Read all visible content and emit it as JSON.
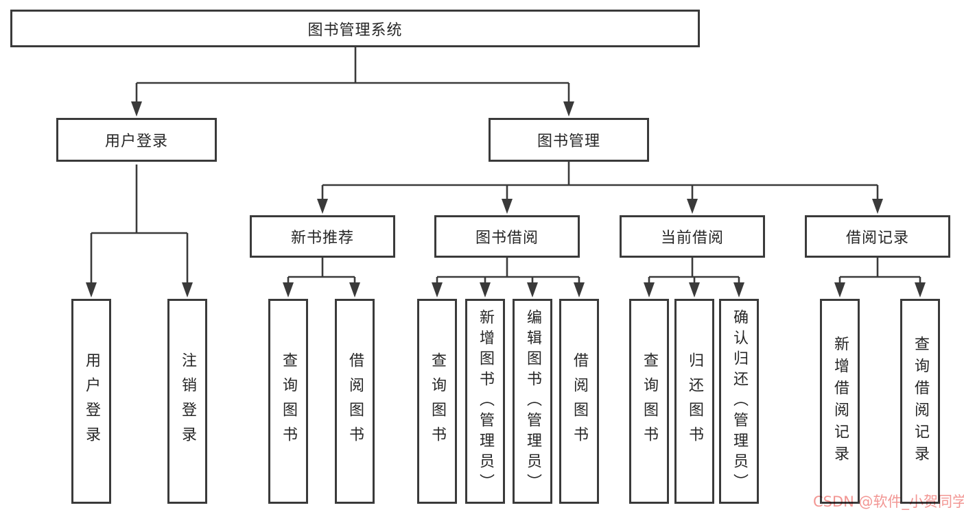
{
  "root": {
    "label": "图书管理系统"
  },
  "level2": {
    "user_login": {
      "label": "用户登录"
    },
    "book_mgmt": {
      "label": "图书管理"
    }
  },
  "level3": {
    "new_book_rec": {
      "label": "新书推荐"
    },
    "book_borrow": {
      "label": "图书借阅"
    },
    "current_borrow": {
      "label": "当前借阅"
    },
    "borrow_records": {
      "label": "借阅记录"
    }
  },
  "leaves": {
    "user_login": {
      "label": "用户登录"
    },
    "logout": {
      "label": "注销登录"
    },
    "rec_query_book": {
      "label": "查询图书"
    },
    "rec_borrow_book": {
      "label": "借阅图书"
    },
    "bb_query_book": {
      "label": "查询图书"
    },
    "bb_add_book": {
      "label": "新增图书（管理员）"
    },
    "bb_edit_book": {
      "label": "编辑图书（管理员）"
    },
    "bb_borrow_book": {
      "label": "借阅图书"
    },
    "cb_query_book": {
      "label": "查询图书"
    },
    "cb_return_book": {
      "label": "归还图书"
    },
    "cb_confirm_return": {
      "label": "确认归还（管理员）"
    },
    "br_add_record": {
      "label": "新增借阅记录"
    },
    "br_query_record": {
      "label": "查询借阅记录"
    }
  },
  "watermark": {
    "text": "CSDN @软件_小贺同学",
    "color": "#f2908d"
  },
  "colors": {
    "line": "#3a3a3a",
    "border": "#3a3a3a",
    "text": "#262626",
    "background": "#ffffff"
  }
}
